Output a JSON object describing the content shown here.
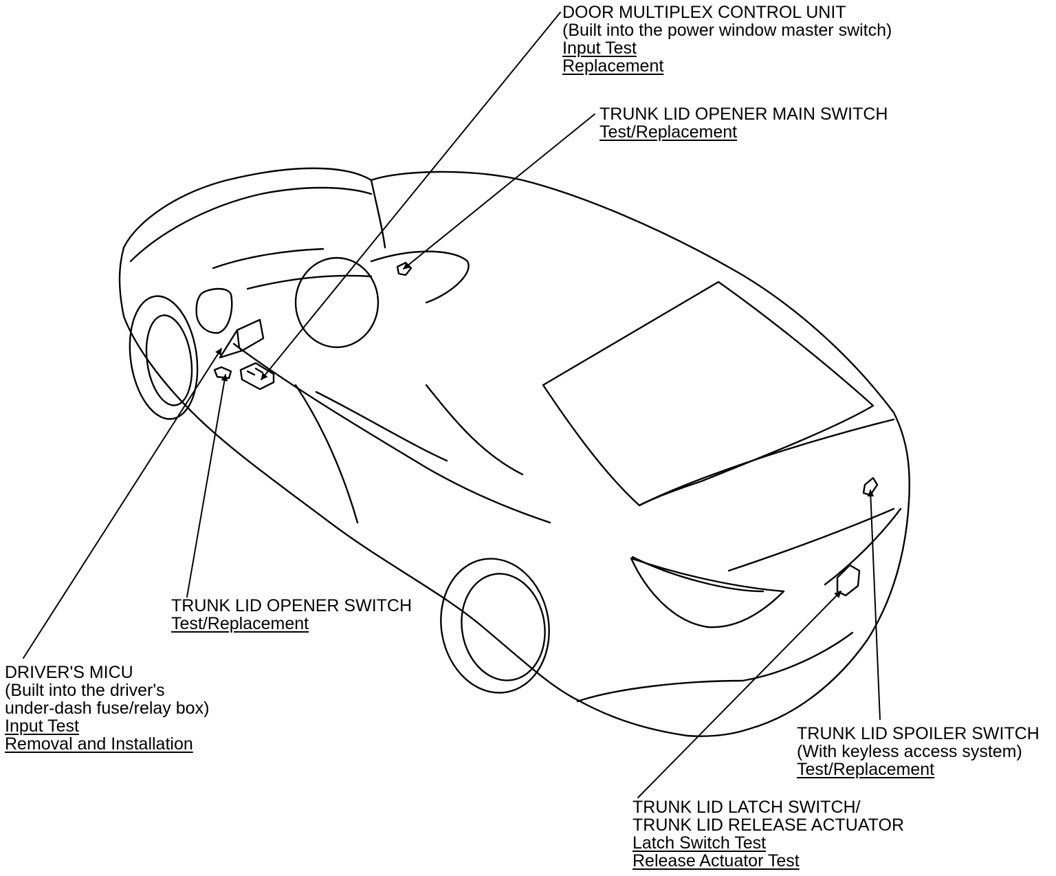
{
  "callouts": {
    "door_multiplex": {
      "title": "DOOR MULTIPLEX CONTROL UNIT",
      "note": "(Built into the power window master switch)",
      "links": [
        "Input Test",
        "Replacement"
      ]
    },
    "trunk_main_switch": {
      "title": "TRUNK LID OPENER MAIN SWITCH",
      "links": [
        "Test/Replacement"
      ]
    },
    "trunk_opener_switch": {
      "title": "TRUNK LID OPENER SWITCH",
      "links": [
        "Test/Replacement"
      ]
    },
    "drivers_micu": {
      "title": "DRIVER'S MICU",
      "note_lines": [
        "(Built into the driver's",
        "under-dash fuse/relay box)"
      ],
      "links": [
        "Input Test",
        "Removal and Installation"
      ]
    },
    "spoiler_switch": {
      "title": "TRUNK LID SPOILER SWITCH",
      "note": "(With keyless access system)",
      "links": [
        "Test/Replacement"
      ]
    },
    "latch_switch": {
      "title_lines": [
        "TRUNK LID LATCH SWITCH/",
        "TRUNK LID RELEASE ACTUATOR"
      ],
      "links": [
        "Latch Switch Test",
        "Release Actuator Test"
      ]
    }
  }
}
